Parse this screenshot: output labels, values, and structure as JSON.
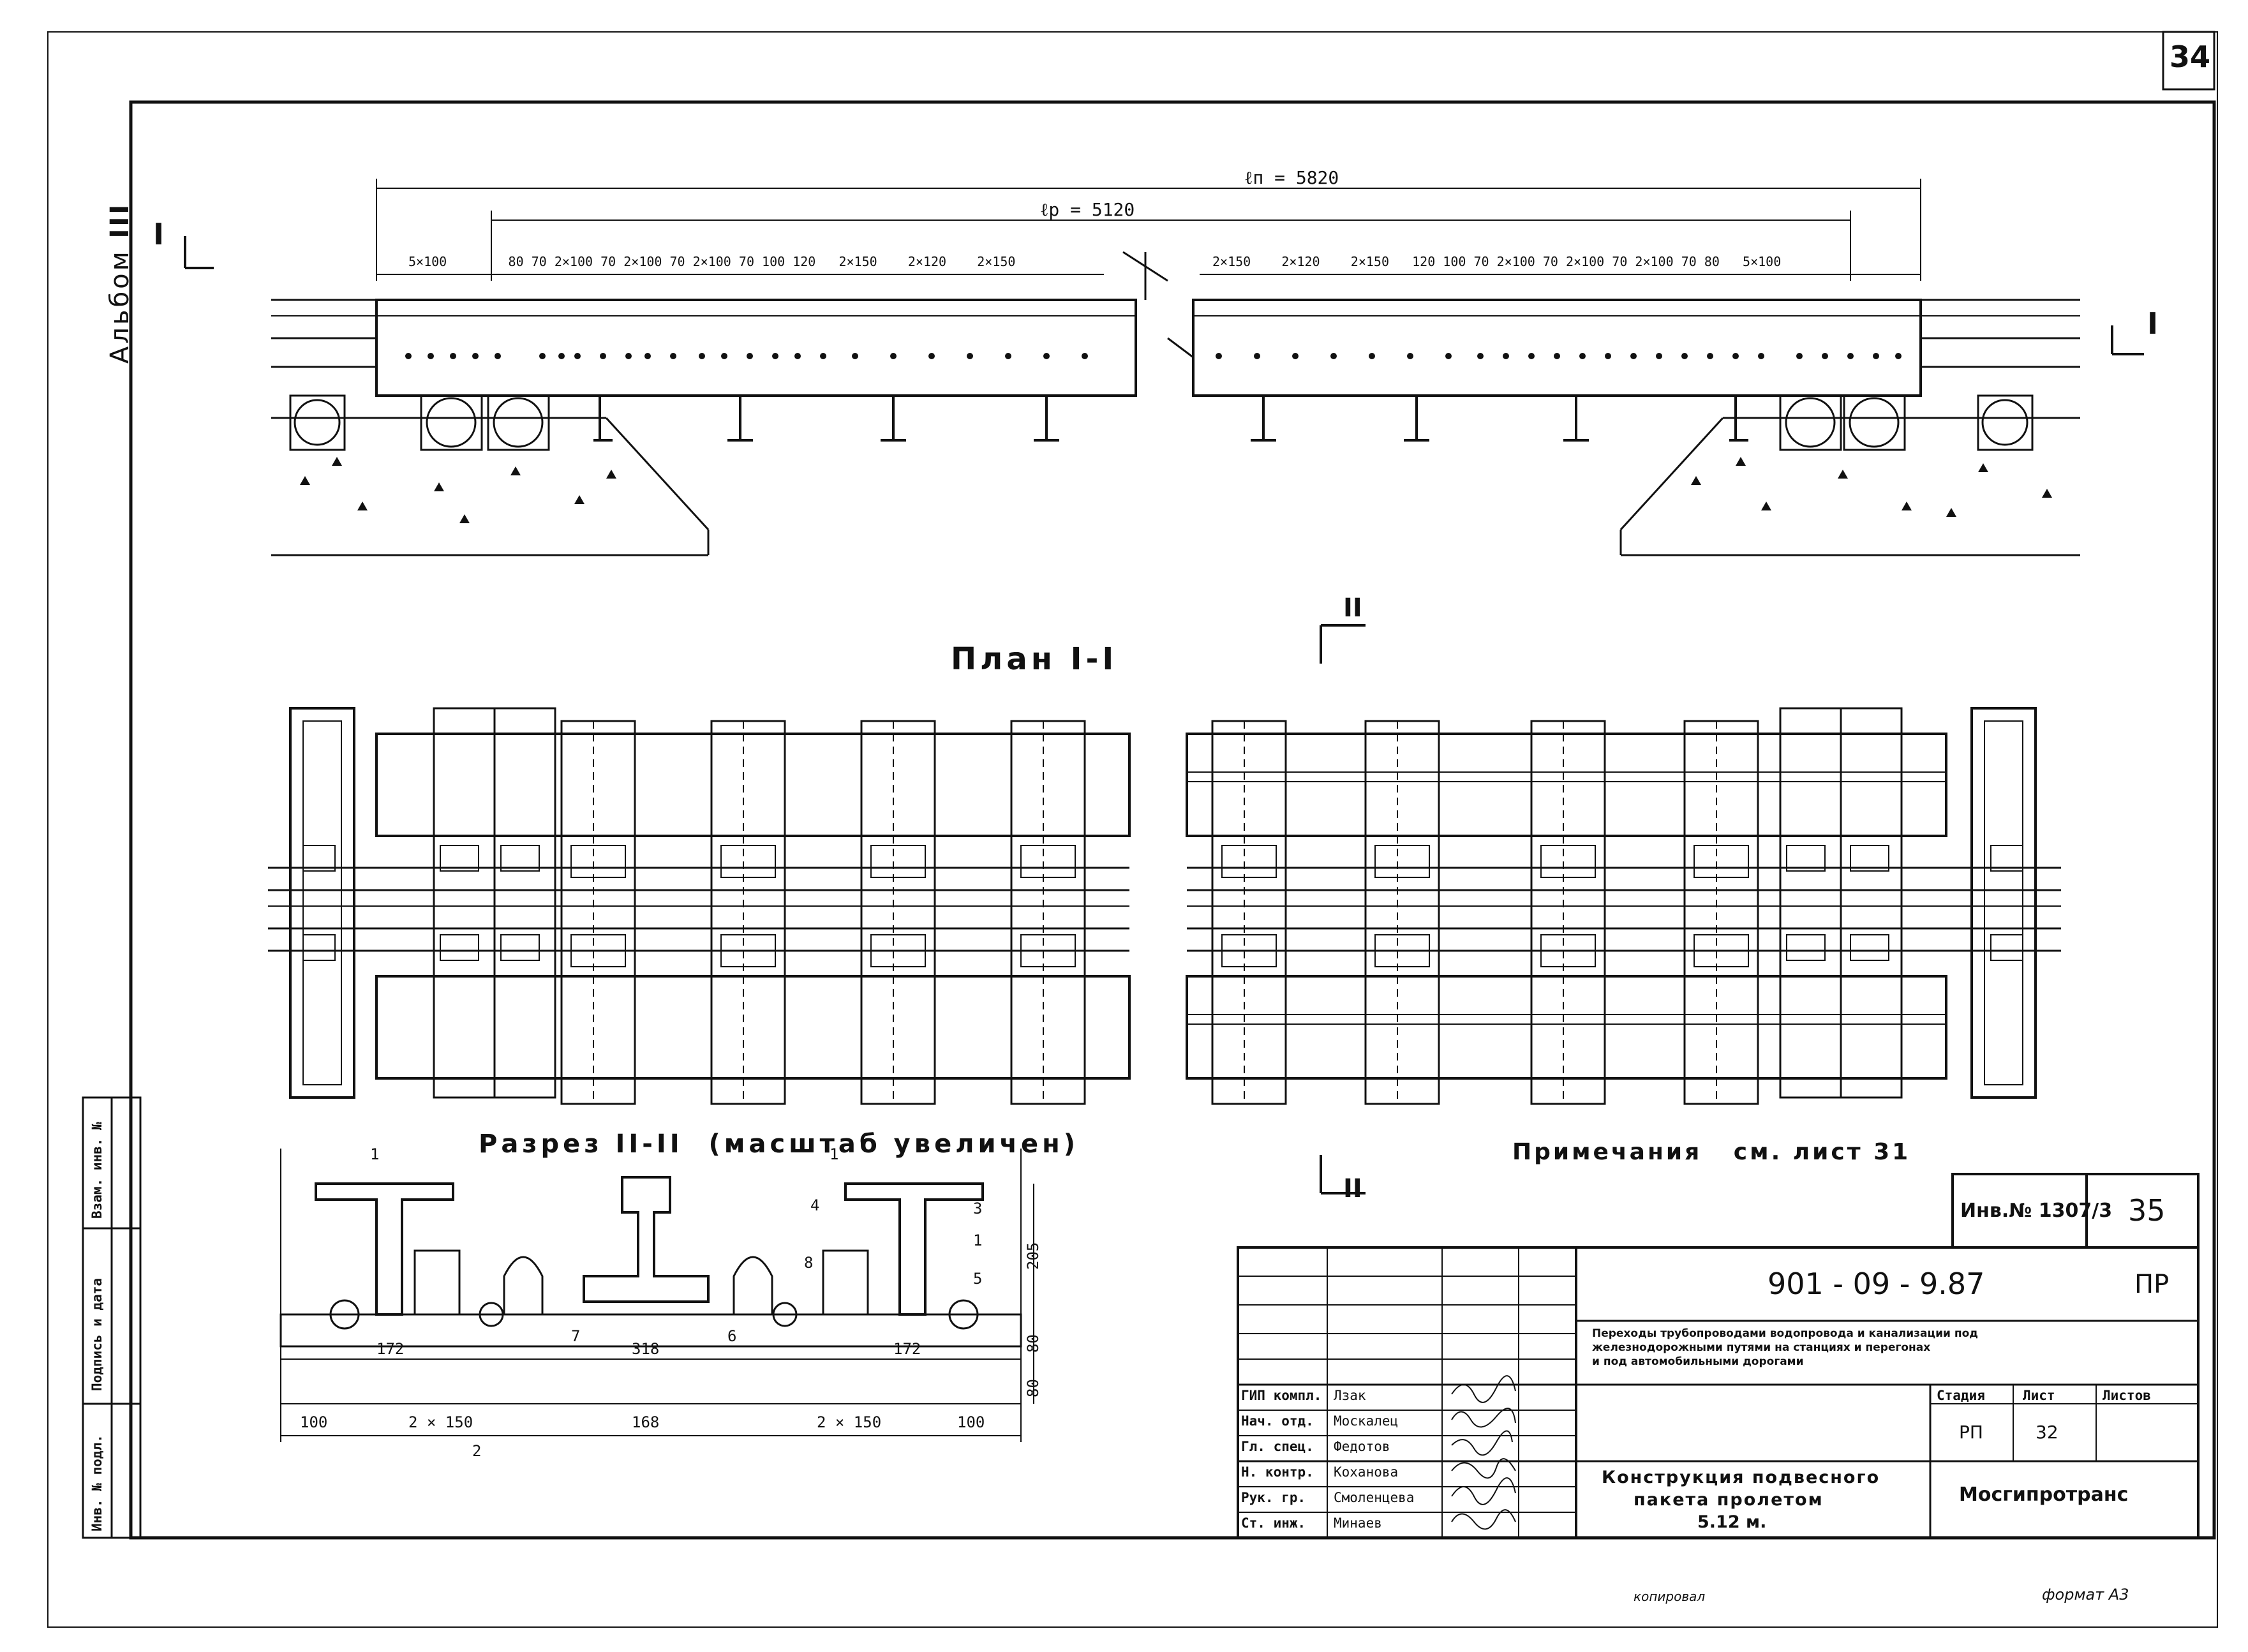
{
  "sheet": {
    "page_number": "34",
    "album_label": "Альбом",
    "album_roman": "III",
    "section_marker_I": "I",
    "section_marker_II": "II"
  },
  "elevation": {
    "overall_span": "ℓп = 5820",
    "rail_span": "ℓр = 5120",
    "left_dims": [
      "5×100",
      "80",
      "70",
      "2×100",
      "70",
      "2×100",
      "70",
      "2×100",
      "70",
      "100",
      "120",
      "2×150",
      "2×120",
      "2×150"
    ],
    "right_dims": [
      "2×150",
      "2×120",
      "2×150",
      "120",
      "100",
      "70",
      "2×100",
      "70",
      "2×100",
      "70",
      "2×100",
      "70",
      "80",
      "5×100"
    ]
  },
  "plan": {
    "title": "План I-I"
  },
  "section": {
    "title": "Разрез II-II",
    "subtitle": "(масштаб увеличен)",
    "callouts": [
      "1",
      "1",
      "3",
      "1",
      "5",
      "4",
      "8",
      "7",
      "6",
      "2"
    ],
    "top_dims": [
      "172",
      "318",
      "172"
    ],
    "bottom_dims": [
      "100",
      "2 × 150",
      "168",
      "2 × 150",
      "100"
    ],
    "height_dims": [
      "205",
      "80",
      "80"
    ]
  },
  "notes": {
    "text": "Примечания",
    "ref": "см. лист 31"
  },
  "title_block": {
    "inv_no": "Инв.№ 1307/3",
    "sheet_box": "35",
    "code": "901 - 09 - 9.87",
    "code_suffix": "ПР",
    "project_line1": "Переходы трубопроводами водопровода и канализации под",
    "project_line2": "железнодорожными путями на станциях и перегонах",
    "project_line3": "и под автомобильными дорогами",
    "stage_header": "Стадия",
    "sheet_header": "Лист",
    "sheets_header": "Листов",
    "stage": "РП",
    "sheet": "32",
    "drawing_title_1": "Конструкция подвесного",
    "drawing_title_2": "пакета пролетом",
    "drawing_title_3": "5.12 м.",
    "organization": "Мосгипротранс",
    "staff": [
      {
        "role": "ГИП компл.",
        "name": "Лзак"
      },
      {
        "role": "Нач. отд.",
        "name": "Москалец"
      },
      {
        "role": "Гл. спец.",
        "name": "Федотов"
      },
      {
        "role": "Н. контр.",
        "name": "Коханова"
      },
      {
        "role": "Рук. гр.",
        "name": "Смоленцева"
      },
      {
        "role": "Ст. инж.",
        "name": "Минаев"
      }
    ]
  },
  "side_stamp": {
    "col1": "Инв. № подл.",
    "col2": "Подпись и дата",
    "col3": "Взам. инв. №"
  },
  "footer": {
    "copied": "копировал",
    "format": "формат А3"
  }
}
